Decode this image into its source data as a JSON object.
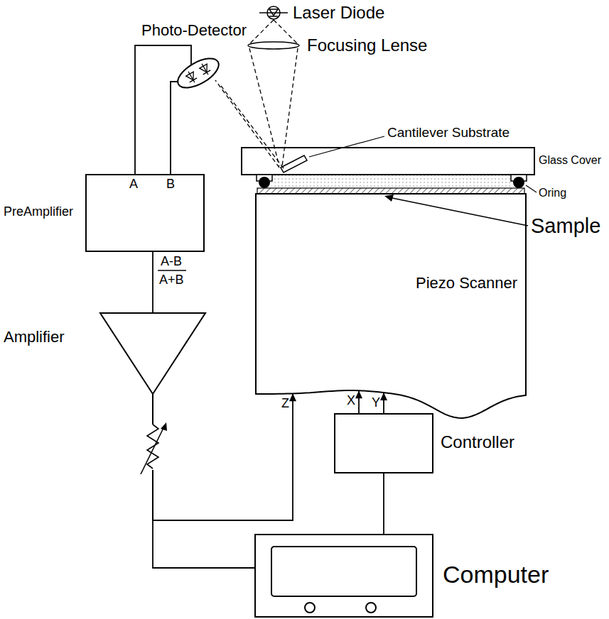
{
  "diagram": {
    "nodes": [
      {
        "text": [
          "Photo-Detector"
        ]
      },
      {
        "text": [
          "PreAmplifier",
          "A",
          "B"
        ]
      },
      {
        "text": [
          "Amplifier"
        ]
      },
      {
        "text": [
          "Piezo Scanner"
        ]
      },
      {
        "text": [
          "Controller"
        ]
      },
      {
        "text": [
          "Computer"
        ]
      }
    ],
    "edges": [
      {
        "from": 0,
        "to": 1,
        "arrow": "none"
      },
      {
        "from": 0,
        "to": 1,
        "arrow": "none"
      },
      {
        "from": 1,
        "to": 2,
        "arrow": "none"
      },
      {
        "from": 2,
        "to": 3,
        "label": "Z",
        "arrow": "to"
      },
      {
        "from": 2,
        "to": 5,
        "arrow": "none"
      },
      {
        "from": 4,
        "to": 3,
        "label": "X",
        "arrow": "to"
      },
      {
        "from": 4,
        "to": 3,
        "label": "Y",
        "arrow": "to"
      },
      {
        "from": 5,
        "to": 4,
        "arrow": "none"
      }
    ],
    "labels": [
      "Laser Diode",
      "Focusing Lense",
      "Cantilever Substrate",
      "Glass Cover",
      "Oring",
      "Sample",
      "A-B",
      "A+B"
    ]
  }
}
